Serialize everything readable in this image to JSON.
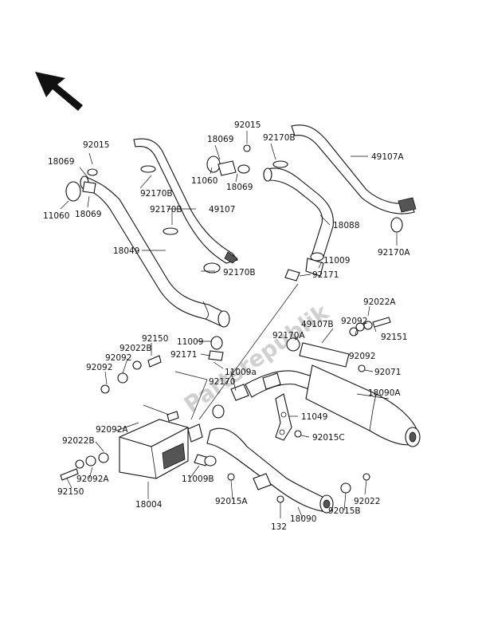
{
  "watermark": "Partsrepublik",
  "icons": {
    "direction": "arrow-upper-left-icon"
  },
  "callouts": {
    "c92015_top": "92015",
    "c18069_a": "18069",
    "c11060_a": "11060",
    "c18069_b": "18069",
    "c92170B_a": "92170B",
    "c92170B_b": "92170B",
    "c49107": "49107",
    "c18049": "18049",
    "c92170B_c": "92170B",
    "c92015_mid": "92015",
    "c18069_c": "18069",
    "c11060_b": "11060",
    "c18069_d": "18069",
    "c92170B_d": "92170B",
    "c49107A": "49107A",
    "c18088": "18088",
    "c92170A": "92170A",
    "c11009_a": "11009",
    "c92171_a": "92171",
    "c92150_a": "92150",
    "c92022B_a": "92022B",
    "c92092_a": "92092",
    "c92092_b": "92092",
    "c11009_b": "11009",
    "c92171_b": "92171",
    "c92170": "92170",
    "c11009a": "11009a",
    "c92170A_b": "92170A",
    "c49107B": "49107B",
    "c92092_c": "92092",
    "c92022A": "92022A",
    "c92151": "92151",
    "c92092_d": "92092",
    "c92071": "92071",
    "c18090A": "18090A",
    "c11049": "11049",
    "c92015C": "92015C",
    "c92092A_a": "92092A",
    "c92022B_b": "92022B",
    "c92092A_b": "92092A",
    "c92150_b": "92150",
    "c18004": "18004",
    "c11009B": "11009B",
    "c92015A": "92015A",
    "c132": "132",
    "c18090": "18090",
    "c92015B": "92015B",
    "c92022": "92022"
  }
}
